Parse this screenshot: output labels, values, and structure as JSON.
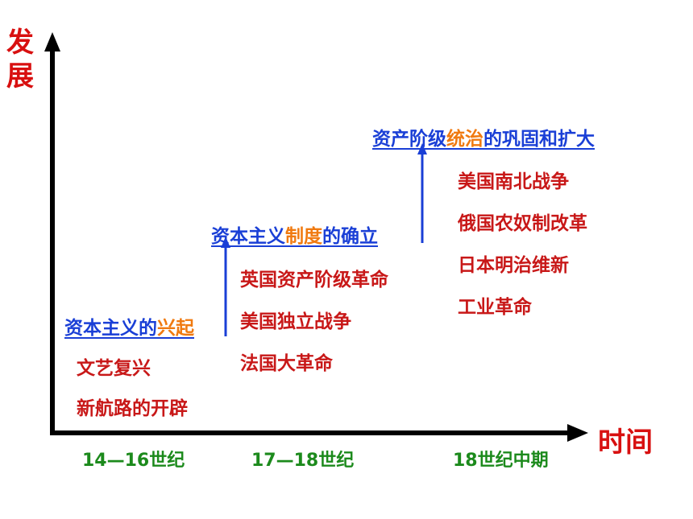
{
  "axis": {
    "y_label_line1": "发",
    "y_label_line2": "展",
    "x_label": "时间"
  },
  "periods": [
    "14—16世纪",
    "17—18世纪",
    "18世纪中期"
  ],
  "stages": [
    {
      "title_pre": "资本主义的",
      "title_hl": "兴起",
      "title_post": "",
      "events": [
        "文艺复兴",
        "新航路的开辟"
      ]
    },
    {
      "title_pre": "资本主义",
      "title_hl": "制度",
      "title_post": "的确立",
      "events": [
        "英国资产阶级革命",
        "美国独立战争",
        "法国大革命"
      ]
    },
    {
      "title_pre": "资产阶级",
      "title_hl": "统治",
      "title_post": "的巩固和扩大",
      "events": [
        "美国南北战争",
        "俄国农奴制改革",
        "日本明治维新",
        "工业革命"
      ]
    }
  ],
  "colors": {
    "axis": "#000000",
    "connector": "#1a3fd6",
    "title": "#1a3fd6",
    "highlight": "#f07a10",
    "event": "#c81818",
    "period": "#1c8a1c"
  }
}
